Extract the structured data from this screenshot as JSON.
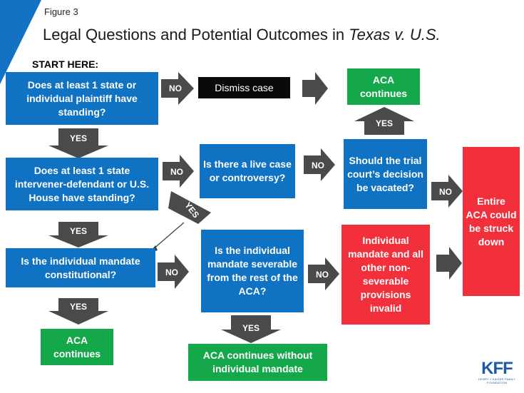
{
  "header": {
    "figure_label": "Figure 3",
    "title_prefix": "Legal Questions and Potential Outcomes in ",
    "title_case": "Texas v. U.S."
  },
  "start_label": "START HERE:",
  "nodes": {
    "q_plaintiff_standing": "Does at least 1 state or individual plaintiff have standing?",
    "dismiss": "Dismiss case",
    "aca_continues_top": "ACA continues",
    "q_intervener_standing": "Does at least 1 state intervener-defendant or U.S. House have standing?",
    "q_live_case": "Is there a live case or controversy?",
    "q_vacate": "Should the trial court’s decision be vacated?",
    "entire_aca_struck": "Entire ACA could be struck down",
    "q_mandate_constitutional": "Is the individual mandate constitutional?",
    "q_severable": "Is the individual mandate severable from the rest of the ACA?",
    "mandate_invalid": "Individual mandate and all other non-severable provisions invalid",
    "aca_continues_bottom": "ACA continues",
    "aca_without_mandate": "ACA continues without individual mandate"
  },
  "edge_labels": {
    "yes": "YES",
    "no": "NO"
  },
  "logo": {
    "letters": "KFF",
    "subtitle": "HENRY J KAISER FAMILY FOUNDATION"
  },
  "colors": {
    "question_blue": "#0f72c2",
    "outcome_green": "#15a84b",
    "outcome_red": "#f2303c",
    "dismiss_black": "#0a0a0a",
    "arrow_gray": "#4a4a4a",
    "corner_blue": "#1472c4",
    "logo_blue": "#1e5aa8"
  }
}
